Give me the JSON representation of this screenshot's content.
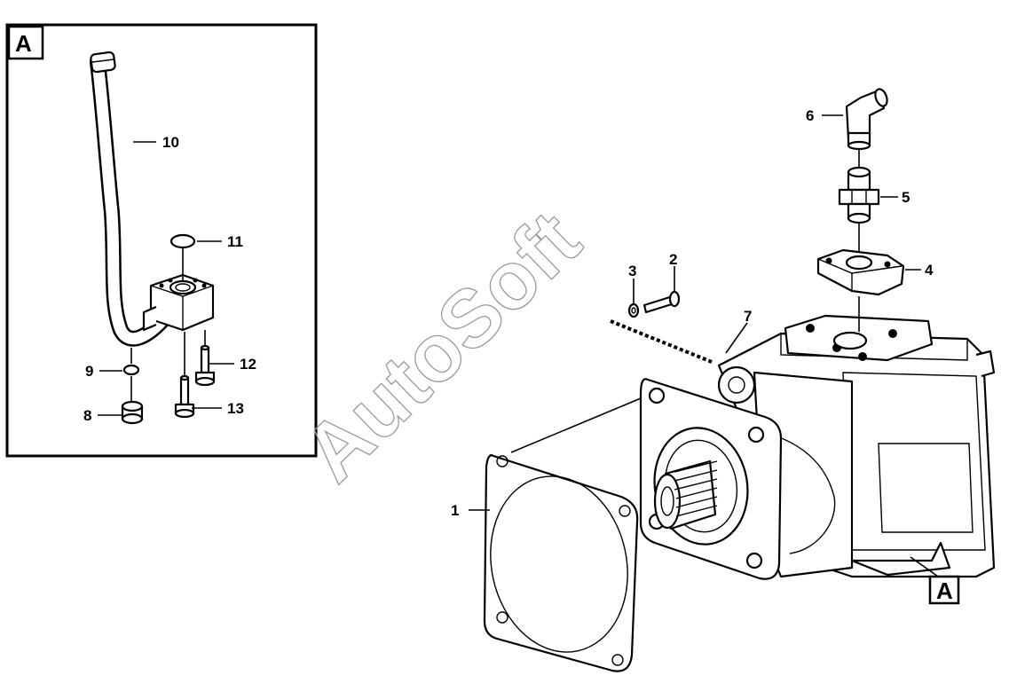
{
  "inset": {
    "tag": "A"
  },
  "main": {
    "tag": "A"
  },
  "watermark": "AutoSoft",
  "callouts": {
    "c1": "1",
    "c2": "2",
    "c3": "3",
    "c4": "4",
    "c5": "5",
    "c6": "6",
    "c7": "7",
    "c8": "8",
    "c9": "9",
    "c10": "10",
    "c11": "11",
    "c12": "12",
    "c13": "13"
  }
}
